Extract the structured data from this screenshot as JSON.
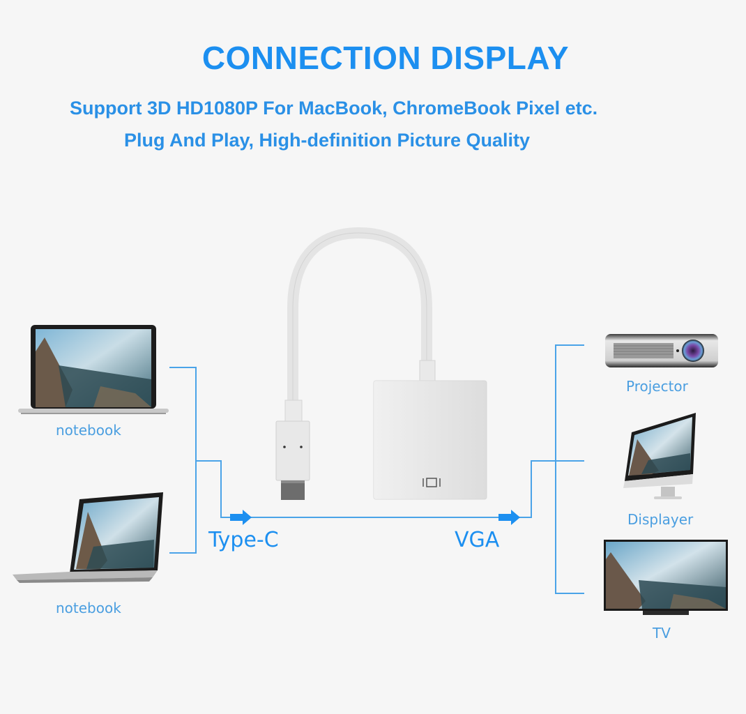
{
  "header": {
    "title": "CONNECTION DISPLAY",
    "subtitle_line1": "Support 3D HD1080P For MacBook, ChromeBook Pixel etc.",
    "subtitle_line2": "Plug And Play, High-definition Picture Quality"
  },
  "sources": [
    {
      "label": "notebook",
      "icon": "laptop-front-icon"
    },
    {
      "label": "notebook",
      "icon": "laptop-angled-icon"
    }
  ],
  "adapter": {
    "input_label": "Type-C",
    "output_label": "VGA",
    "icon": "usb-c-to-vga-adapter-icon",
    "port_glyph": "IOI"
  },
  "targets": [
    {
      "label": "Projector",
      "icon": "projector-icon"
    },
    {
      "label": "Displayer",
      "icon": "monitor-icon"
    },
    {
      "label": "TV",
      "icon": "tv-icon"
    }
  ],
  "colors": {
    "accent": "#1c8ff0",
    "line": "#4aa3e8",
    "label": "#4a9ee0",
    "background": "#f6f6f6"
  }
}
